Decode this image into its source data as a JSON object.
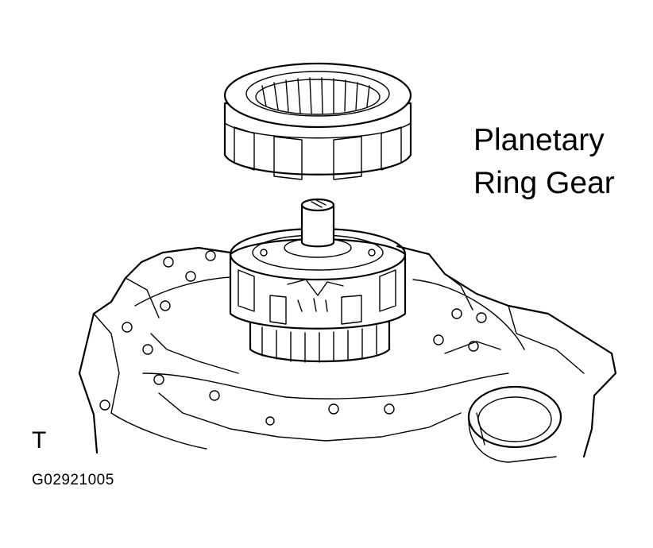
{
  "labels": {
    "part_line1": "Planetary",
    "part_line2": "Ring Gear",
    "view_letter": "T",
    "figure_code": "G02921005"
  }
}
